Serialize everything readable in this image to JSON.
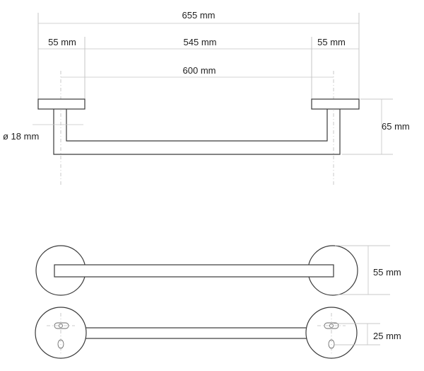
{
  "dimensions": {
    "overall_width": "655 mm",
    "left_mount_width": "55 mm",
    "bar_span": "545 mm",
    "right_mount_width": "55 mm",
    "center_distance": "600 mm",
    "tube_diameter": "ø 18 mm",
    "projection_depth": "65 mm",
    "mount_diameter": "55 mm",
    "hole_spacing": "25 mm"
  }
}
